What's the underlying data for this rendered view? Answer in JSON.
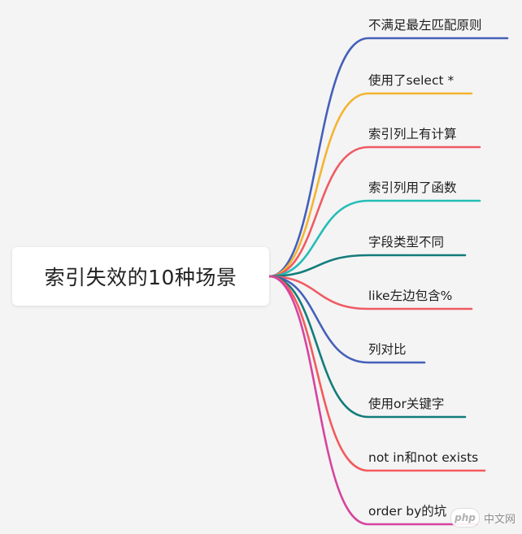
{
  "root": {
    "label": "索引失效的10种场景"
  },
  "branches": [
    {
      "label": "不满足最左匹配原则",
      "color": "#4560b9"
    },
    {
      "label": "使用了select *",
      "color": "#f4b431"
    },
    {
      "label": "索引列上有计算",
      "color": "#ef5b63"
    },
    {
      "label": "索引列用了函数",
      "color": "#25bdb6"
    },
    {
      "label": "字段类型不同",
      "color": "#137c7a"
    },
    {
      "label": "like左边包含%",
      "color": "#ef5b63"
    },
    {
      "label": "列对比",
      "color": "#4560b9"
    },
    {
      "label": "使用or关键字",
      "color": "#137c7a"
    },
    {
      "label": "not in和not exists",
      "color": "#f35a5e"
    },
    {
      "label": "order by的坑",
      "color": "#d6449f"
    }
  ],
  "watermark": {
    "badge": "php",
    "text": "中文网"
  }
}
